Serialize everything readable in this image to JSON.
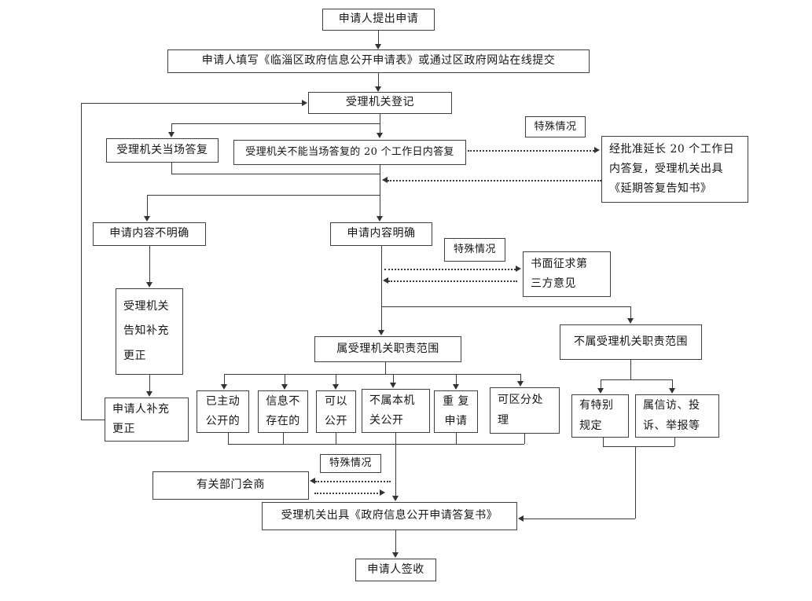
{
  "figure_type": "flowchart",
  "colors": {
    "background": "#ffffff",
    "line": "#3a3a3a",
    "box_border": "#3f3f3f",
    "text": "#161616"
  },
  "nodes": {
    "apply": "申请人提出申请",
    "fill_form": "申请人填写《临淄区政府信息公开申请表》或通过区政府网站在线提交",
    "register": "受理机关登记",
    "onspot_reply": "受理机关当场答复",
    "reply_20days": "受理机关不能当场答复的 20 个工作日内答复",
    "special_case_top": "特殊情况",
    "extend_reply": "经批准延长 20 个工作日\n内答复，受理机关出具\n《延期答复告知书》",
    "content_unclear": "申请内容不明确",
    "content_clear": "申请内容明确",
    "special_case_mid": "特殊情况",
    "third_party": "书面征求第\n三方意见",
    "notify_supplement": "受理机关\n告知补充\n更正",
    "applicant_supplement": "申请人补充\n更正",
    "in_scope": "属受理机关职责范围",
    "out_scope": "不属受理机关职责范围",
    "already_public": "已主动\n公开的",
    "info_not_exist": "信息不\n存在的",
    "can_public": "可以\n公开",
    "not_this_org": "不属本机\n关公开",
    "repeat_apply": "重 复\n申请",
    "separable": "可区分处\n理",
    "special_rule": "有特别\n规定",
    "petition": "属信访、投\n诉、举报等",
    "special_case_bottom": "特殊情况",
    "consult": "有关部门会商",
    "issue_reply": "受理机关出具《政府信息公开申请答复书》",
    "sign_receipt": "申请人签收"
  }
}
